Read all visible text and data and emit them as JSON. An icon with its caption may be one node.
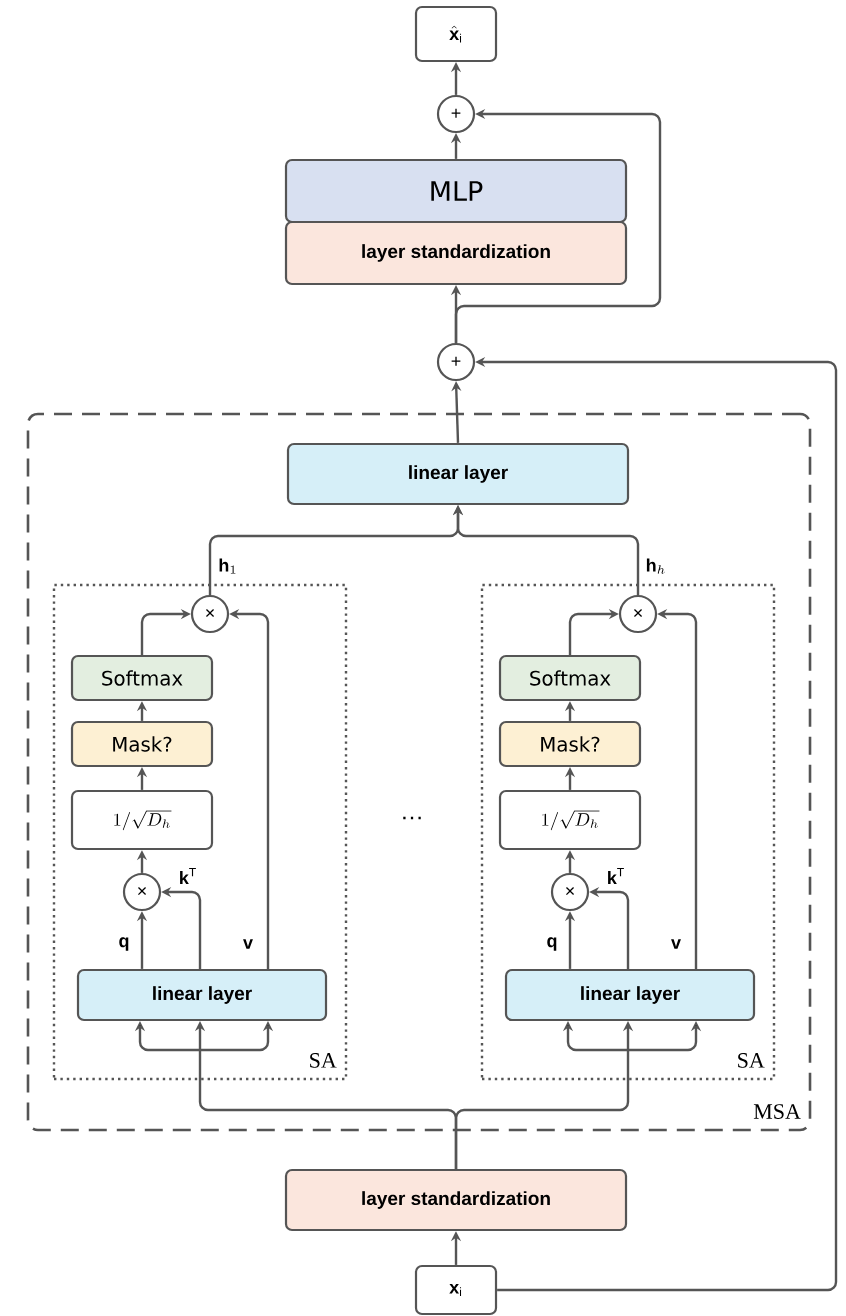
{
  "diagram": {
    "nodes": [
      {
        "text": [
          "\\hat{\\mathbf{x}}_{\\mathrm{i}}"
        ]
      },
      {
        "text": [
          "+"
        ]
      },
      {
        "text": [
          "MLP"
        ]
      },
      {
        "text": [
          "layer standardization"
        ]
      },
      {
        "text": [
          "+"
        ]
      },
      {
        "text": [
          "MSA"
        ]
      },
      {
        "text": [
          "linear layer"
        ],
        "in": 5
      },
      {
        "text": [
          "SA"
        ],
        "in": 5
      },
      {
        "text": [
          "×"
        ],
        "in": 7
      },
      {
        "text": [
          "Softmax"
        ],
        "in": 7
      },
      {
        "text": [
          "Mask?"
        ],
        "in": 7
      },
      {
        "text": [
          "1/\\sqrt{D_h}"
        ],
        "in": 7
      },
      {
        "text": [
          "×"
        ],
        "in": 7
      },
      {
        "text": [
          "linear layer"
        ],
        "in": 7
      },
      {
        "text": [
          "SA"
        ],
        "in": 5
      },
      {
        "text": [
          "×"
        ],
        "in": 14
      },
      {
        "text": [
          "Softmax"
        ],
        "in": 14
      },
      {
        "text": [
          "Mask?"
        ],
        "in": 14
      },
      {
        "text": [
          "1/\\sqrt{D_h}"
        ],
        "in": 14
      },
      {
        "text": [
          "×"
        ],
        "in": 14
      },
      {
        "text": [
          "linear layer"
        ],
        "in": 14
      },
      {
        "text": [
          "layer standardization"
        ]
      },
      {
        "text": [
          "\\mathbf{x}_{\\mathrm{i}}"
        ]
      }
    ],
    "edges": [
      {
        "from": 22,
        "to": 21,
        "arrow": "to"
      },
      {
        "from": 22,
        "to": 4,
        "arrow": "to"
      },
      {
        "from": 21,
        "to": 13,
        "arrow": "to"
      },
      {
        "from": 21,
        "to": 20,
        "arrow": "to"
      },
      {
        "from": 13,
        "to": 12,
        "arrow": "to",
        "label": "\\mathbf{q}"
      },
      {
        "from": 13,
        "to": 12,
        "arrow": "to",
        "label": "\\mathbf{k}^{\\mathrm{T}}"
      },
      {
        "from": 13,
        "to": 8,
        "arrow": "to",
        "label": "\\mathbf{v}"
      },
      {
        "from": 12,
        "to": 11,
        "arrow": "to"
      },
      {
        "from": 11,
        "to": 10,
        "arrow": "to"
      },
      {
        "from": 10,
        "to": 9,
        "arrow": "to"
      },
      {
        "from": 9,
        "to": 8,
        "arrow": "to"
      },
      {
        "from": 8,
        "to": 6,
        "arrow": "to",
        "label": "\\mathbf{h}_1"
      },
      {
        "from": 20,
        "to": 19,
        "arrow": "to",
        "label": "\\mathbf{q}"
      },
      {
        "from": 20,
        "to": 19,
        "arrow": "to",
        "label": "\\mathbf{k}^{\\mathrm{T}}"
      },
      {
        "from": 20,
        "to": 15,
        "arrow": "to",
        "label": "\\mathbf{v}"
      },
      {
        "from": 19,
        "to": 18,
        "arrow": "to"
      },
      {
        "from": 18,
        "to": 17,
        "arrow": "to"
      },
      {
        "from": 17,
        "to": 16,
        "arrow": "to"
      },
      {
        "from": 16,
        "to": 15,
        "arrow": "to"
      },
      {
        "from": 15,
        "to": 6,
        "arrow": "to",
        "label": "\\mathbf{h}_h"
      },
      {
        "from": 6,
        "to": 4,
        "arrow": "to"
      },
      {
        "from": 4,
        "to": 3,
        "arrow": "to"
      },
      {
        "from": 4,
        "to": 1,
        "arrow": "to"
      },
      {
        "from": 2,
        "to": 1,
        "arrow": "to"
      },
      {
        "from": 1,
        "to": 0,
        "arrow": "to"
      }
    ],
    "labels": [
      "…"
    ]
  }
}
